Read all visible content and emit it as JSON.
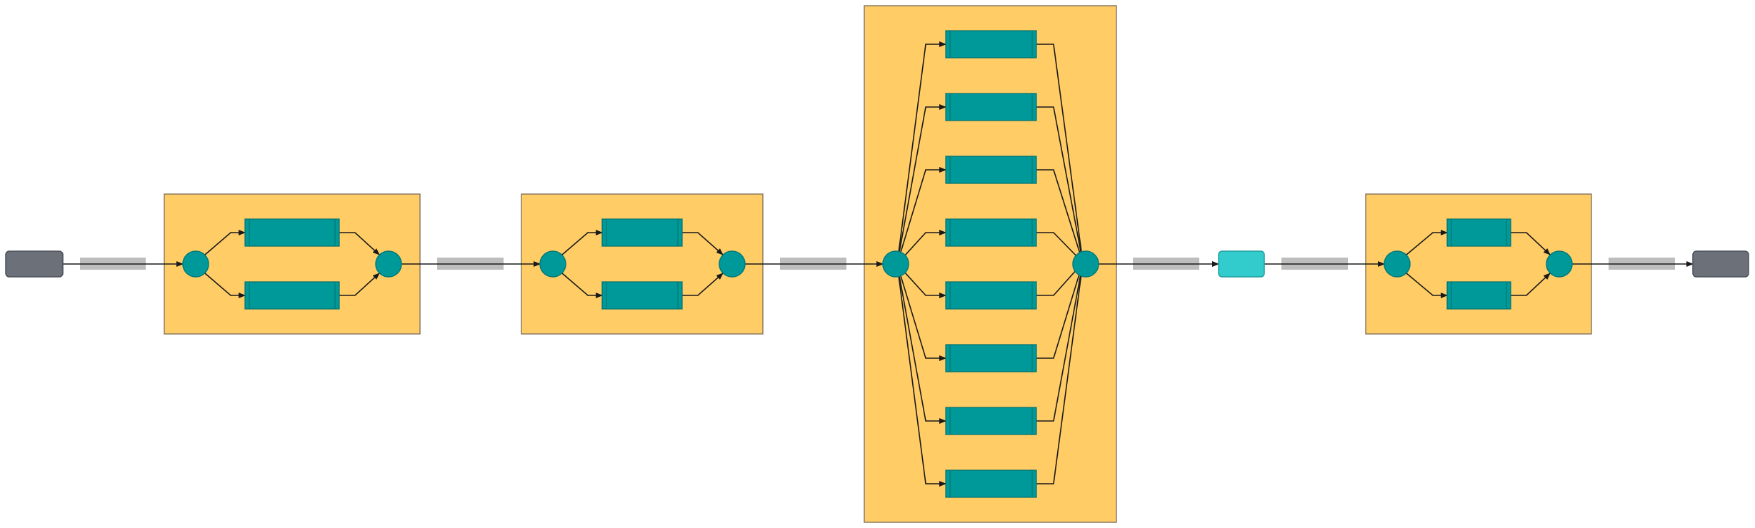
{
  "colors": {
    "background": "#ffffff",
    "group_fill": "#FFCC66",
    "group_stroke": "#8C7B60",
    "node_fill": "#009999",
    "node_stroke": "#007A7A",
    "task_fill": "#009999",
    "task_stroke": "#006F6F",
    "terminal_fill": "#6B7079",
    "terminal_stroke": "#4D5158",
    "highlight_fill": "#33CCCC",
    "highlight_stroke": "#1E9E9E",
    "connector_fill": "#BDBDBD",
    "edge": "#1A1A1A"
  },
  "stages": [
    {
      "id": "stage-1",
      "parallel_tasks": 2
    },
    {
      "id": "stage-2",
      "parallel_tasks": 2
    },
    {
      "id": "stage-3",
      "parallel_tasks": 8
    },
    {
      "id": "stage-4",
      "parallel_tasks": 2
    }
  ],
  "nodes": {
    "start": "start-terminal",
    "end": "end-terminal",
    "single_step": "single-step-node"
  }
}
